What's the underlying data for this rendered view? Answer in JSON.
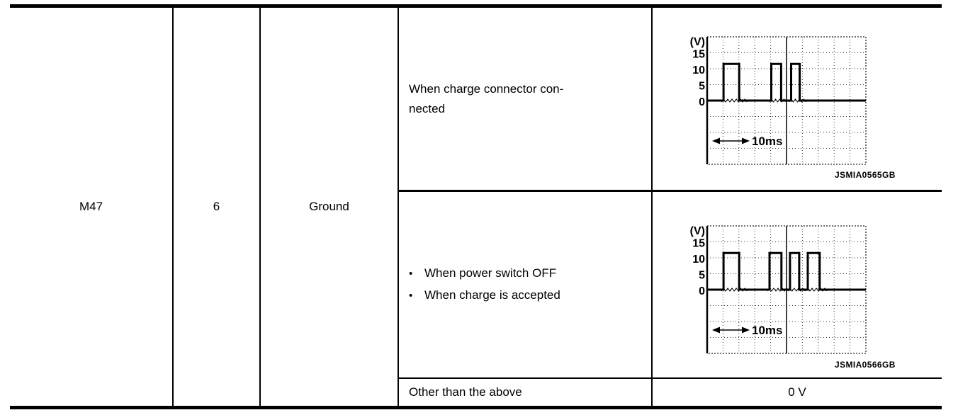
{
  "colors": {
    "ink": "#000000",
    "paper": "#ffffff"
  },
  "table": {
    "connector": "M47",
    "terminal": "6",
    "signal": "Ground",
    "rows": [
      {
        "condition_lines": [
          "When charge connector con-",
          "nected"
        ]
      },
      {
        "condition_bullets": [
          "When power switch OFF",
          "When charge is accepted"
        ]
      },
      {
        "condition": "Other than the above",
        "value": "0 V"
      }
    ]
  },
  "oscillograms": [
    {
      "caption": "JSMIA0565GB",
      "y_unit": "(V)",
      "y_ticks": [
        "15",
        "10",
        "5",
        "0"
      ],
      "time_label": "10ms",
      "volts_per_div": 5,
      "divisions": {
        "cols": 10,
        "rows": 8
      },
      "zero_div": 4,
      "center_div": 5,
      "amplitude_v": 11.5,
      "pulses_div": [
        [
          1.03,
          2.02
        ],
        [
          4.04,
          4.66
        ],
        [
          5.29,
          5.83
        ]
      ]
    },
    {
      "caption": "JSMIA0566GB",
      "y_unit": "(V)",
      "y_ticks": [
        "15",
        "10",
        "5",
        "0"
      ],
      "time_label": "10ms",
      "volts_per_div": 5,
      "divisions": {
        "cols": 10,
        "rows": 8
      },
      "zero_div": 4,
      "center_div": 5,
      "amplitude_v": 11.5,
      "pulses_div": [
        [
          1.03,
          2.02
        ],
        [
          3.93,
          4.68
        ],
        [
          5.22,
          5.8
        ],
        [
          6.34,
          7.09
        ]
      ]
    }
  ]
}
